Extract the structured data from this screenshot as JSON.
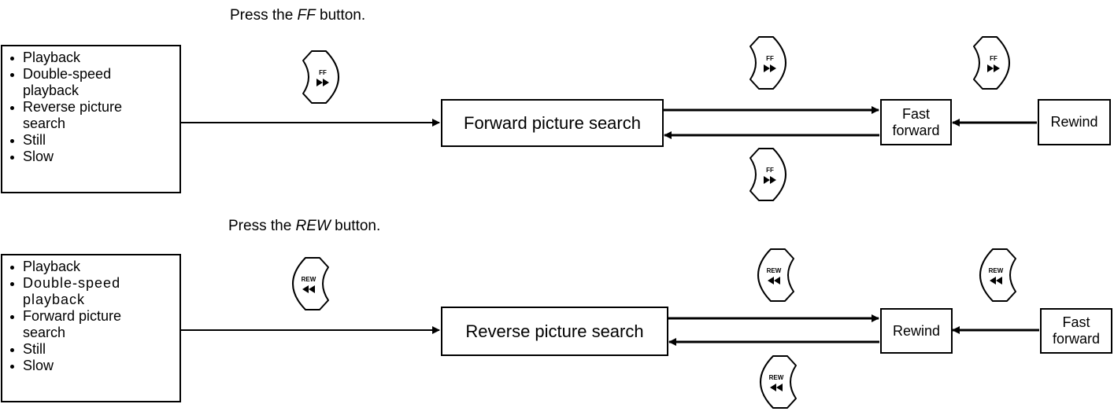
{
  "ff_section": {
    "caption_prefix": "Press the ",
    "caption_button": "FF",
    "caption_suffix": " button.",
    "source_states": [
      "Playback",
      "Double-speed playback",
      "Reverse picture search",
      "Still",
      "Slow"
    ],
    "main_state": "Forward picture search",
    "middle_state": [
      "Fast",
      "forward"
    ],
    "right_state": "Rewind",
    "button_label": "FF",
    "button_icon": "fast-forward-icon"
  },
  "rew_section": {
    "caption_prefix": "Press the ",
    "caption_button": "REW",
    "caption_suffix": " button.",
    "source_states": [
      "Playback",
      "Double-speed playback",
      "Forward picture search",
      "Still",
      "Slow"
    ],
    "main_state": "Reverse picture search",
    "middle_state": "Rewind",
    "right_state": [
      "Fast",
      "forward"
    ],
    "button_label": "REW",
    "button_icon": "rewind-icon"
  }
}
